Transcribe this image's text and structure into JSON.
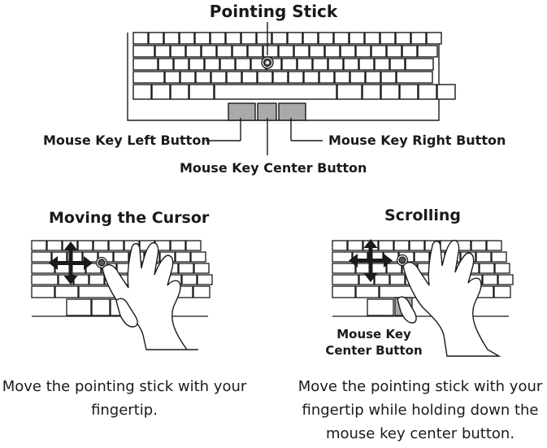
{
  "title": "Pointing Stick",
  "labels": {
    "left_button": "Mouse Key Left Button",
    "right_button": "Mouse Key Right Button",
    "center_button": "Mouse Key Center Button"
  },
  "panels": {
    "moving": {
      "title": "Moving the Cursor",
      "caption_lines": [
        "Move the pointing stick with your",
        "fingertip."
      ]
    },
    "scrolling": {
      "title": "Scrolling",
      "callout_lines": [
        "Mouse Key",
        "Center Button"
      ],
      "caption_lines": [
        "Move the pointing stick with your",
        "fingertip while holding down the",
        "mouse key center button."
      ]
    }
  },
  "colors": {
    "line": "#1a1a1a",
    "mouse_key_fill": "#a9a9a9"
  },
  "icons": [
    "pointing-stick-icon",
    "four-way-arrow-icon",
    "hand-icon"
  ]
}
